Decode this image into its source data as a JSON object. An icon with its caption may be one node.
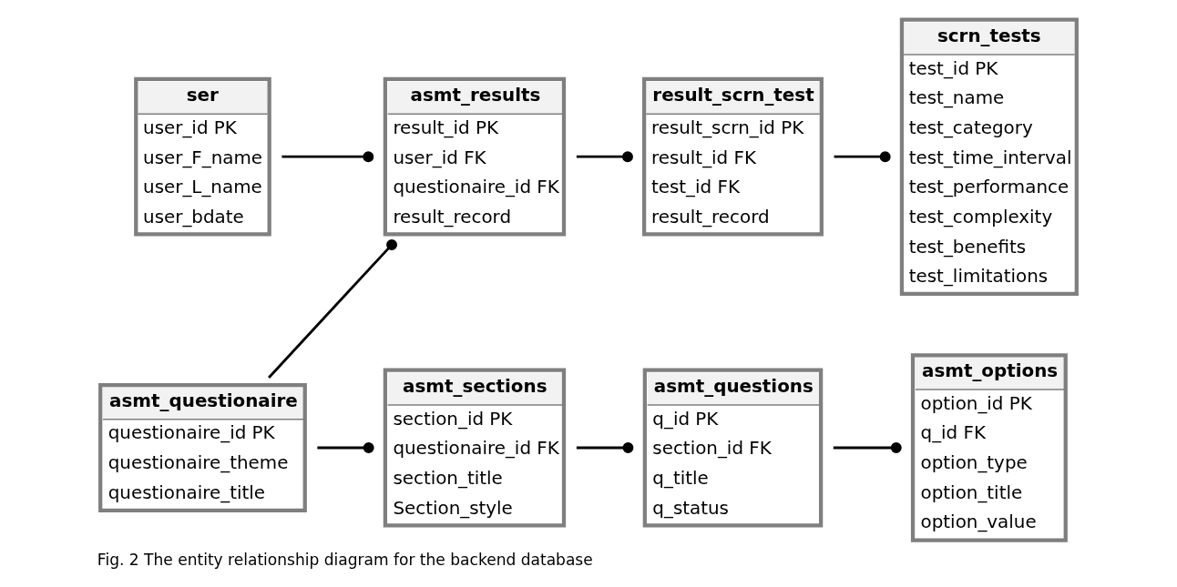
{
  "diagram": {
    "caption": "Fig. 2 The entity relationship diagram for the backend database",
    "nodes": [
      {
        "text": [
          "ser",
          "user_id PK",
          "user_F_name",
          "user_L_name",
          "user_bdate"
        ]
      },
      {
        "text": [
          "asmt_results",
          "result_id PK",
          "user_id FK",
          "questionaire_id FK",
          "result_record"
        ]
      },
      {
        "text": [
          "result_scrn_test",
          "result_scrn_id PK",
          "result_id FK",
          "test_id FK",
          "result_record"
        ]
      },
      {
        "text": [
          "scrn_tests",
          "test_id PK",
          "test_name",
          "test_category",
          "test_time_interval",
          "test_performance",
          "test_complexity",
          "test_benefits",
          "test_limitations"
        ]
      },
      {
        "text": [
          "asmt_questionaire",
          "questionaire_id PK",
          "questionaire_theme",
          "questionaire_title"
        ]
      },
      {
        "text": [
          "asmt_sections",
          "section_id PK",
          "questionaire_id FK",
          "section_title",
          "Section_style"
        ]
      },
      {
        "text": [
          "asmt_questions",
          "q_id PK",
          "section_id FK",
          "q_title",
          "q_status"
        ]
      },
      {
        "text": [
          "asmt_options",
          "option_id PK",
          "q_id FK",
          "option_type",
          "option_title",
          "option_value"
        ]
      }
    ],
    "edges": [
      {
        "from": 0,
        "to": 1,
        "arrow": "other"
      },
      {
        "from": 1,
        "to": 2,
        "arrow": "other"
      },
      {
        "from": 2,
        "to": 3,
        "arrow": "other"
      },
      {
        "from": 4,
        "to": 1,
        "arrow": "other"
      },
      {
        "from": 4,
        "to": 5,
        "arrow": "other"
      },
      {
        "from": 5,
        "to": 6,
        "arrow": "other"
      },
      {
        "from": 6,
        "to": 7,
        "arrow": "other"
      }
    ]
  }
}
